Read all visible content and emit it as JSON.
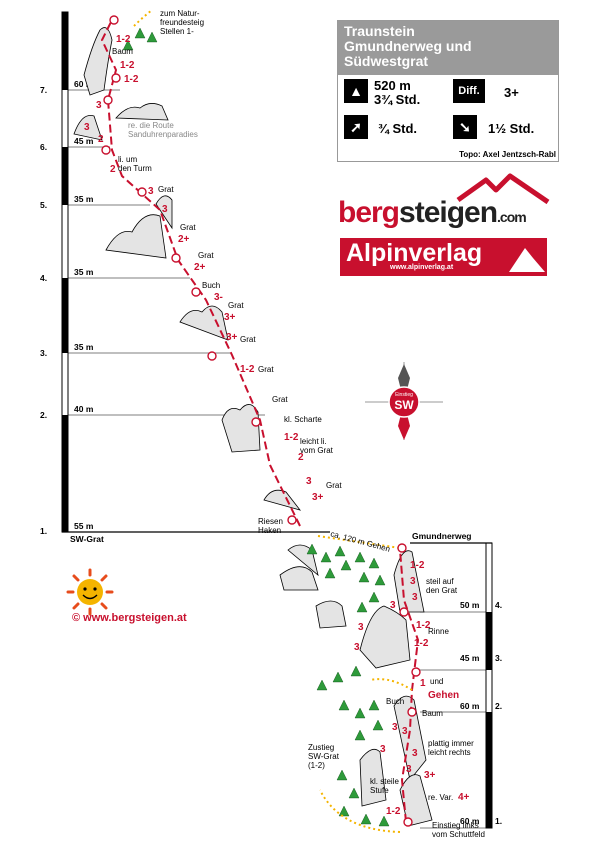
{
  "info": {
    "title": "Traunstein\nGmundnerweg und\nSüdwestgrat",
    "height": "520 m",
    "time_climb": "3¾ Std.",
    "diff_label": "Diff.",
    "difficulty": "3+",
    "time_approach": "¾ Std.",
    "time_descent": "1½ Std.",
    "topo": "Topo: Axel Jentzsch-Rabl"
  },
  "brand": {
    "bergsteigen_part1": "berg",
    "bergsteigen_part2": "steigen",
    "bergsteigen_domain": ".com",
    "alpinverlag": "Alpinverlag",
    "alpinverlag_web": "www.alpinverlag.at",
    "copyright": "©  www.bergsteigen.at"
  },
  "compass": {
    "label": "SW",
    "small": "Einstieg"
  },
  "sw_ruler": {
    "name": "SW-Grat",
    "pitches": [
      {
        "num": "1.",
        "len": "55 m"
      },
      {
        "num": "2.",
        "len": "40 m"
      },
      {
        "num": "3.",
        "len": "35 m"
      },
      {
        "num": "4.",
        "len": "35 m"
      },
      {
        "num": "5.",
        "len": "35 m"
      },
      {
        "num": "6.",
        "len": "45 m"
      },
      {
        "num": "7.",
        "len": "60 m"
      }
    ]
  },
  "gm_ruler": {
    "name": "Gmundnerweg",
    "pitches": [
      {
        "num": "1.",
        "len": "60 m"
      },
      {
        "num": "2.",
        "len": "60 m"
      },
      {
        "num": "3.",
        "len": "45 m"
      },
      {
        "num": "4.",
        "len": "50 m"
      }
    ]
  },
  "labels": {
    "top_exit": "zum Natur-\nfreundesteig\nStellen 1-",
    "baum_top": "Baum",
    "route_sandu": "re. die Route\nSanduhrenparadies",
    "turm": "li. um\nden Turm",
    "grat": "Grat",
    "buch": "Buch",
    "scharte": "kl. Scharte",
    "leicht_li": "leicht li.\nvom Grat",
    "riesen": "Riesen\nHaken",
    "gehen120": "ca. 120 m Gehen",
    "steil": "steil auf\nden Grat",
    "rinne": "Rinne",
    "und": "und",
    "gehen": "Gehen",
    "buch2": "Buch",
    "baum2": "Baum",
    "plattig": "plattig immer\nleicht rechts",
    "zustieg": "Zustieg\nSW-Grat\n(1-2)",
    "kl_stufe": "kl. steile\nStufe",
    "re_var": "re. Var.",
    "re_var_grade": "4+",
    "einstieg": "Einstieg links\nvom Schuttfeld"
  },
  "grades": {
    "sw": [
      "1-2",
      "1-2",
      "1-2",
      "3",
      "3",
      "2",
      "2",
      "3",
      "2+",
      "2+",
      "3-",
      "3+",
      "3+",
      "1-2",
      "1-2",
      "2",
      "3",
      "3+",
      "3"
    ],
    "gm": [
      "1-2",
      "3",
      "3",
      "3",
      "1-2",
      "1-2",
      "3",
      "3",
      "1",
      "3",
      "3",
      "3",
      "3",
      "3+",
      "1-2",
      "3"
    ]
  }
}
